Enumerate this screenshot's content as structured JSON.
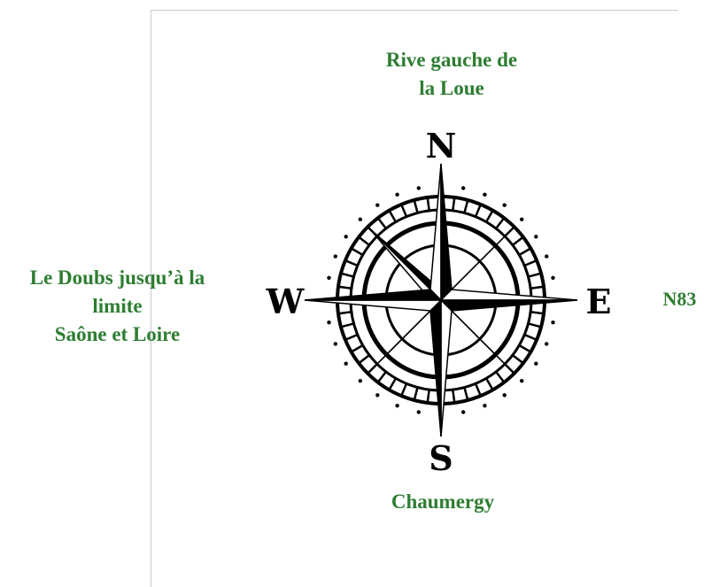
{
  "labels": {
    "north": [
      "Rive gauche de",
      "la Loue"
    ],
    "west": [
      "Le Doubs jusqu’à la",
      "limite",
      "Saône et Loire"
    ],
    "east": "N83",
    "south": "Chaumergy"
  },
  "compass": {
    "cardinals": {
      "n": "N",
      "s": "S",
      "e": "E",
      "w": "W"
    }
  },
  "colors": {
    "label_green": "#2e7d32",
    "compass": "#000000",
    "page_border": "#c8c8c8"
  }
}
